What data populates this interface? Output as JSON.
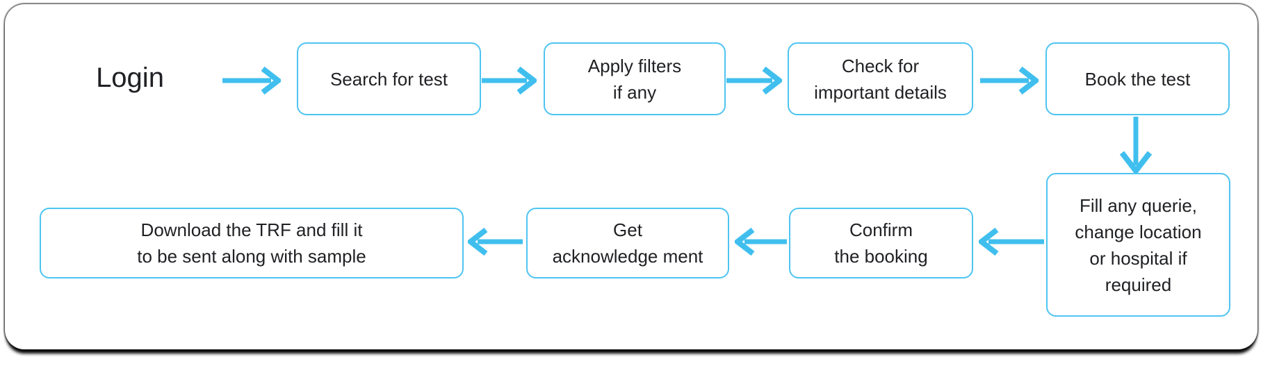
{
  "colors": {
    "accent_arrow": "#40BFEE",
    "node_border": "#4EC4F1",
    "text": "#202124",
    "background": "#FFFFFF"
  },
  "flowchart": {
    "nodes": {
      "login": {
        "label": "Login"
      },
      "search": {
        "lines": [
          "Search for test"
        ]
      },
      "filters": {
        "lines": [
          "Apply filters",
          "if any"
        ]
      },
      "check": {
        "lines": [
          "Check for",
          "important details"
        ]
      },
      "book": {
        "lines": [
          "Book the test"
        ]
      },
      "fill": {
        "lines": [
          "Fill any querie,",
          "change location",
          "or hospital if",
          "required"
        ]
      },
      "confirm": {
        "lines": [
          "Confirm",
          "the booking"
        ]
      },
      "ack": {
        "lines": [
          "Get",
          "acknowledge ment"
        ]
      },
      "download": {
        "lines": [
          "Download the TRF and fill it",
          "to be sent along with sample"
        ]
      }
    },
    "connections": [
      {
        "from": "login",
        "to": "search",
        "direction": "right"
      },
      {
        "from": "search",
        "to": "filters",
        "direction": "right"
      },
      {
        "from": "filters",
        "to": "check",
        "direction": "right"
      },
      {
        "from": "check",
        "to": "book",
        "direction": "right"
      },
      {
        "from": "book",
        "to": "fill",
        "direction": "down"
      },
      {
        "from": "fill",
        "to": "confirm",
        "direction": "left"
      },
      {
        "from": "confirm",
        "to": "ack",
        "direction": "left"
      },
      {
        "from": "ack",
        "to": "download",
        "direction": "left"
      }
    ]
  }
}
